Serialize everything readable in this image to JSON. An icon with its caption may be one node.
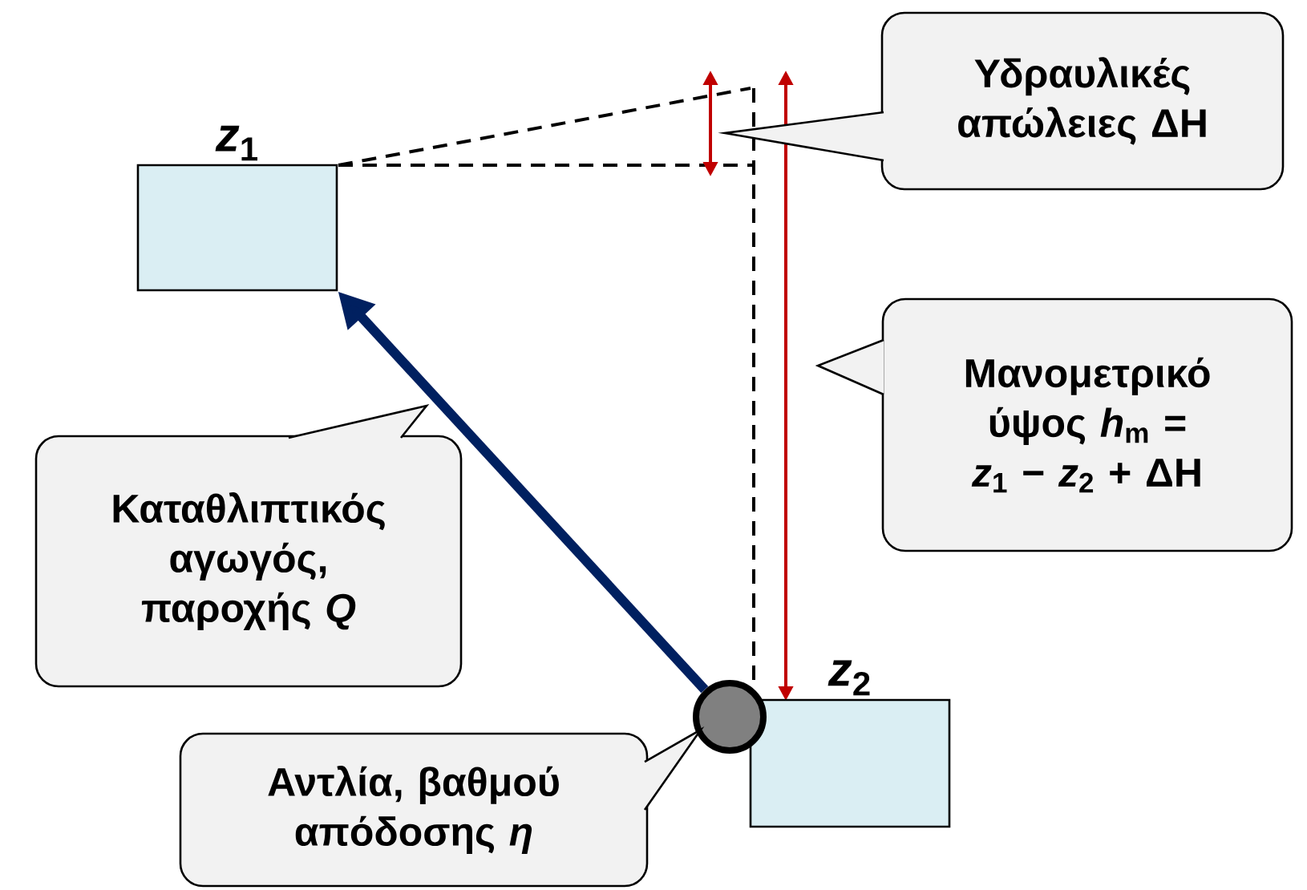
{
  "diagram": {
    "nodes": [
      {
        "text": [
          "*z*$_{1}$"
        ]
      },
      {
        "text": [
          "*z*$_{2}$"
        ]
      },
      {
        "text": [],
        "shape": "circle"
      },
      {
        "text": [
          "Καταθλιπτικός αγωγός, παροχής *Q*"
        ]
      },
      {
        "text": [
          "Αντλία, βαθμού απόδοσης *η*"
        ]
      },
      {
        "text": [
          "Υδραυλικές απώλειες ΔH"
        ]
      },
      {
        "text": [
          "Μανομετρικό ύψος *h*$_{m}$ = *z*$_{1}$ − *z*$_{2}$ + ΔH"
        ]
      }
    ],
    "edges": [
      {
        "from": 2,
        "to": 0,
        "arrow": "to"
      }
    ]
  }
}
